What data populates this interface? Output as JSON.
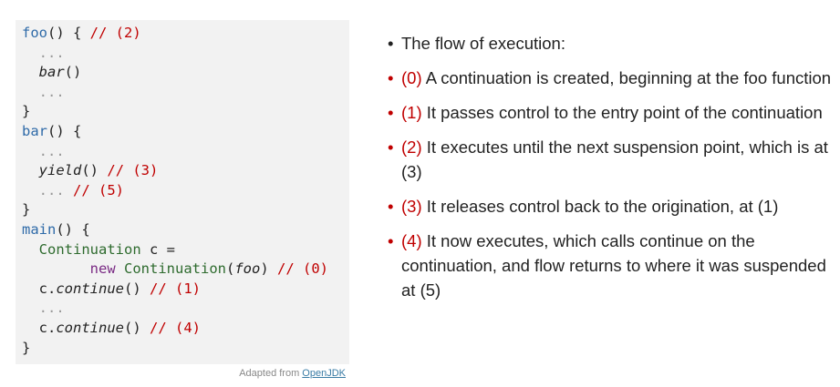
{
  "code": {
    "l1": {
      "a": "foo",
      "b": "() { ",
      "c": "// (2)"
    },
    "dots": "...",
    "bar_call": "bar",
    "paren": "()",
    "close": "}",
    "l6": {
      "a": "bar",
      "b": "() {"
    },
    "yield": "yield",
    "c3": "// (3)",
    "c5": "// (5)",
    "l11": {
      "a": "main",
      "b": "() {"
    },
    "cont_type": "Continuation",
    "var_decl": " c =",
    "new_kw": "new",
    "foo_arg": "foo",
    "c0": "// (0)",
    "c_dot": "c.",
    "continue": "continue",
    "c1": "// (1)",
    "c4": "// (4)"
  },
  "caption": {
    "text": "Adapted from ",
    "link": "OpenJDK"
  },
  "bullets": [
    {
      "num": "",
      "text": "The flow of execution:"
    },
    {
      "num": "(0)",
      "text": " A continuation is created, beginning at the foo function"
    },
    {
      "num": "(1)",
      "text": " It passes control to the entry point of the continuation"
    },
    {
      "num": "(2)",
      "text": " It executes until the next suspension point, which is at (3)"
    },
    {
      "num": "(3)",
      "text": " It releases control back to the origination, at (1)"
    },
    {
      "num": "(4)",
      "text": " It now executes, which calls continue on the continuation, and flow returns to where it was suspended at (5)"
    }
  ],
  "colors": {
    "accent": "#c00000",
    "function": "#2e6aa8",
    "type": "#2e6b2e",
    "keyword": "#7b2c85"
  }
}
